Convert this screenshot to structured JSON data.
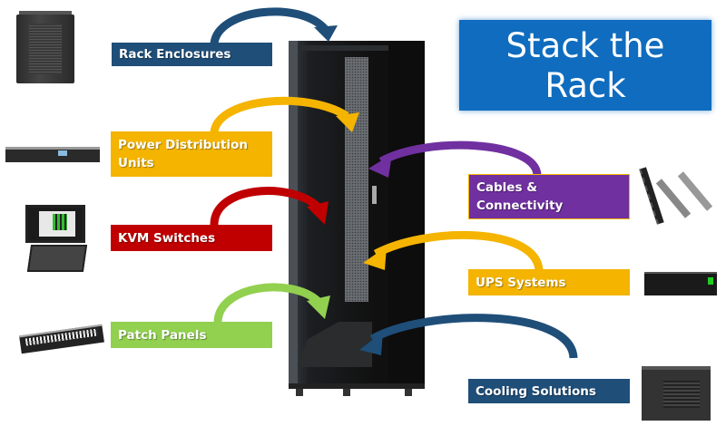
{
  "title": {
    "line1": "Stack the",
    "line2": "Rack",
    "color": "#0f6cbf"
  },
  "categories": [
    {
      "id": "rack-enclosures",
      "label": "Rack Enclosures",
      "side": "left",
      "color": "#1f4e79",
      "product": "rack-enclosure"
    },
    {
      "id": "power-distribution-units",
      "label_line1": "Power Distribution",
      "label_line2": "Units",
      "side": "left",
      "color": "#f4b400",
      "product": "pdu"
    },
    {
      "id": "kvm-switches",
      "label": "KVM Switches",
      "side": "left",
      "color": "#c00000",
      "product": "kvm-console"
    },
    {
      "id": "patch-panels",
      "label": "Patch Panels",
      "side": "left",
      "color": "#92d050",
      "product": "patch-panel"
    },
    {
      "id": "cables-connectivity",
      "label_line1": "Cables &",
      "label_line2": "Connectivity",
      "side": "right",
      "color": "#7030a0",
      "product": "cables"
    },
    {
      "id": "ups-systems",
      "label": "UPS Systems",
      "side": "right",
      "color": "#f4b400",
      "product": "ups"
    },
    {
      "id": "cooling-solutions",
      "label": "Cooling Solutions",
      "side": "right",
      "color": "#1f4e79",
      "product": "cooling-unit"
    }
  ]
}
